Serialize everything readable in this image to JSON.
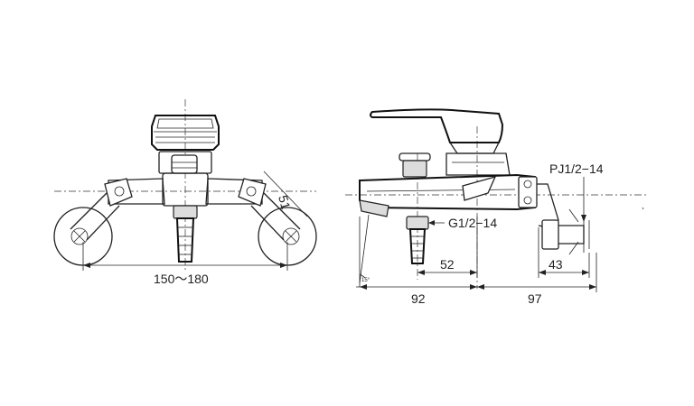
{
  "front_view": {
    "width_range_label": "150～180",
    "angle_label": "51"
  },
  "side_view": {
    "inlet_thread_label": "PJ1/2−14",
    "outlet_thread_label": "G1/2−14",
    "dim_52": "52",
    "dim_43": "43",
    "dim_92": "92",
    "dim_97": "97",
    "spout_angle_label": "15°"
  }
}
